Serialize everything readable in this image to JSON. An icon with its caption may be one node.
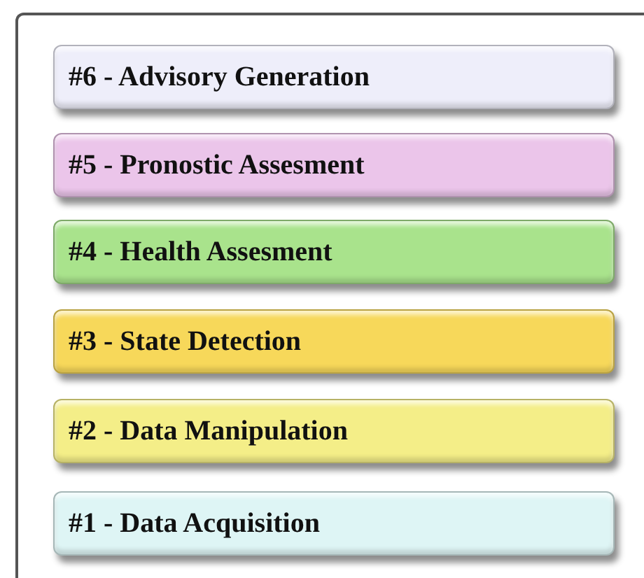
{
  "diagram": {
    "nodes": [
      {
        "text": [
          "#6 - Advisory Generation"
        ]
      },
      {
        "text": [
          "#5 - Pronostic Assesment"
        ]
      },
      {
        "text": [
          "#4 - Health Assesment"
        ]
      },
      {
        "text": [
          "#3 - State Detection"
        ]
      },
      {
        "text": [
          "#2 - Data Manipulation"
        ]
      },
      {
        "text": [
          "#1 - Data Acquisition"
        ]
      }
    ]
  }
}
